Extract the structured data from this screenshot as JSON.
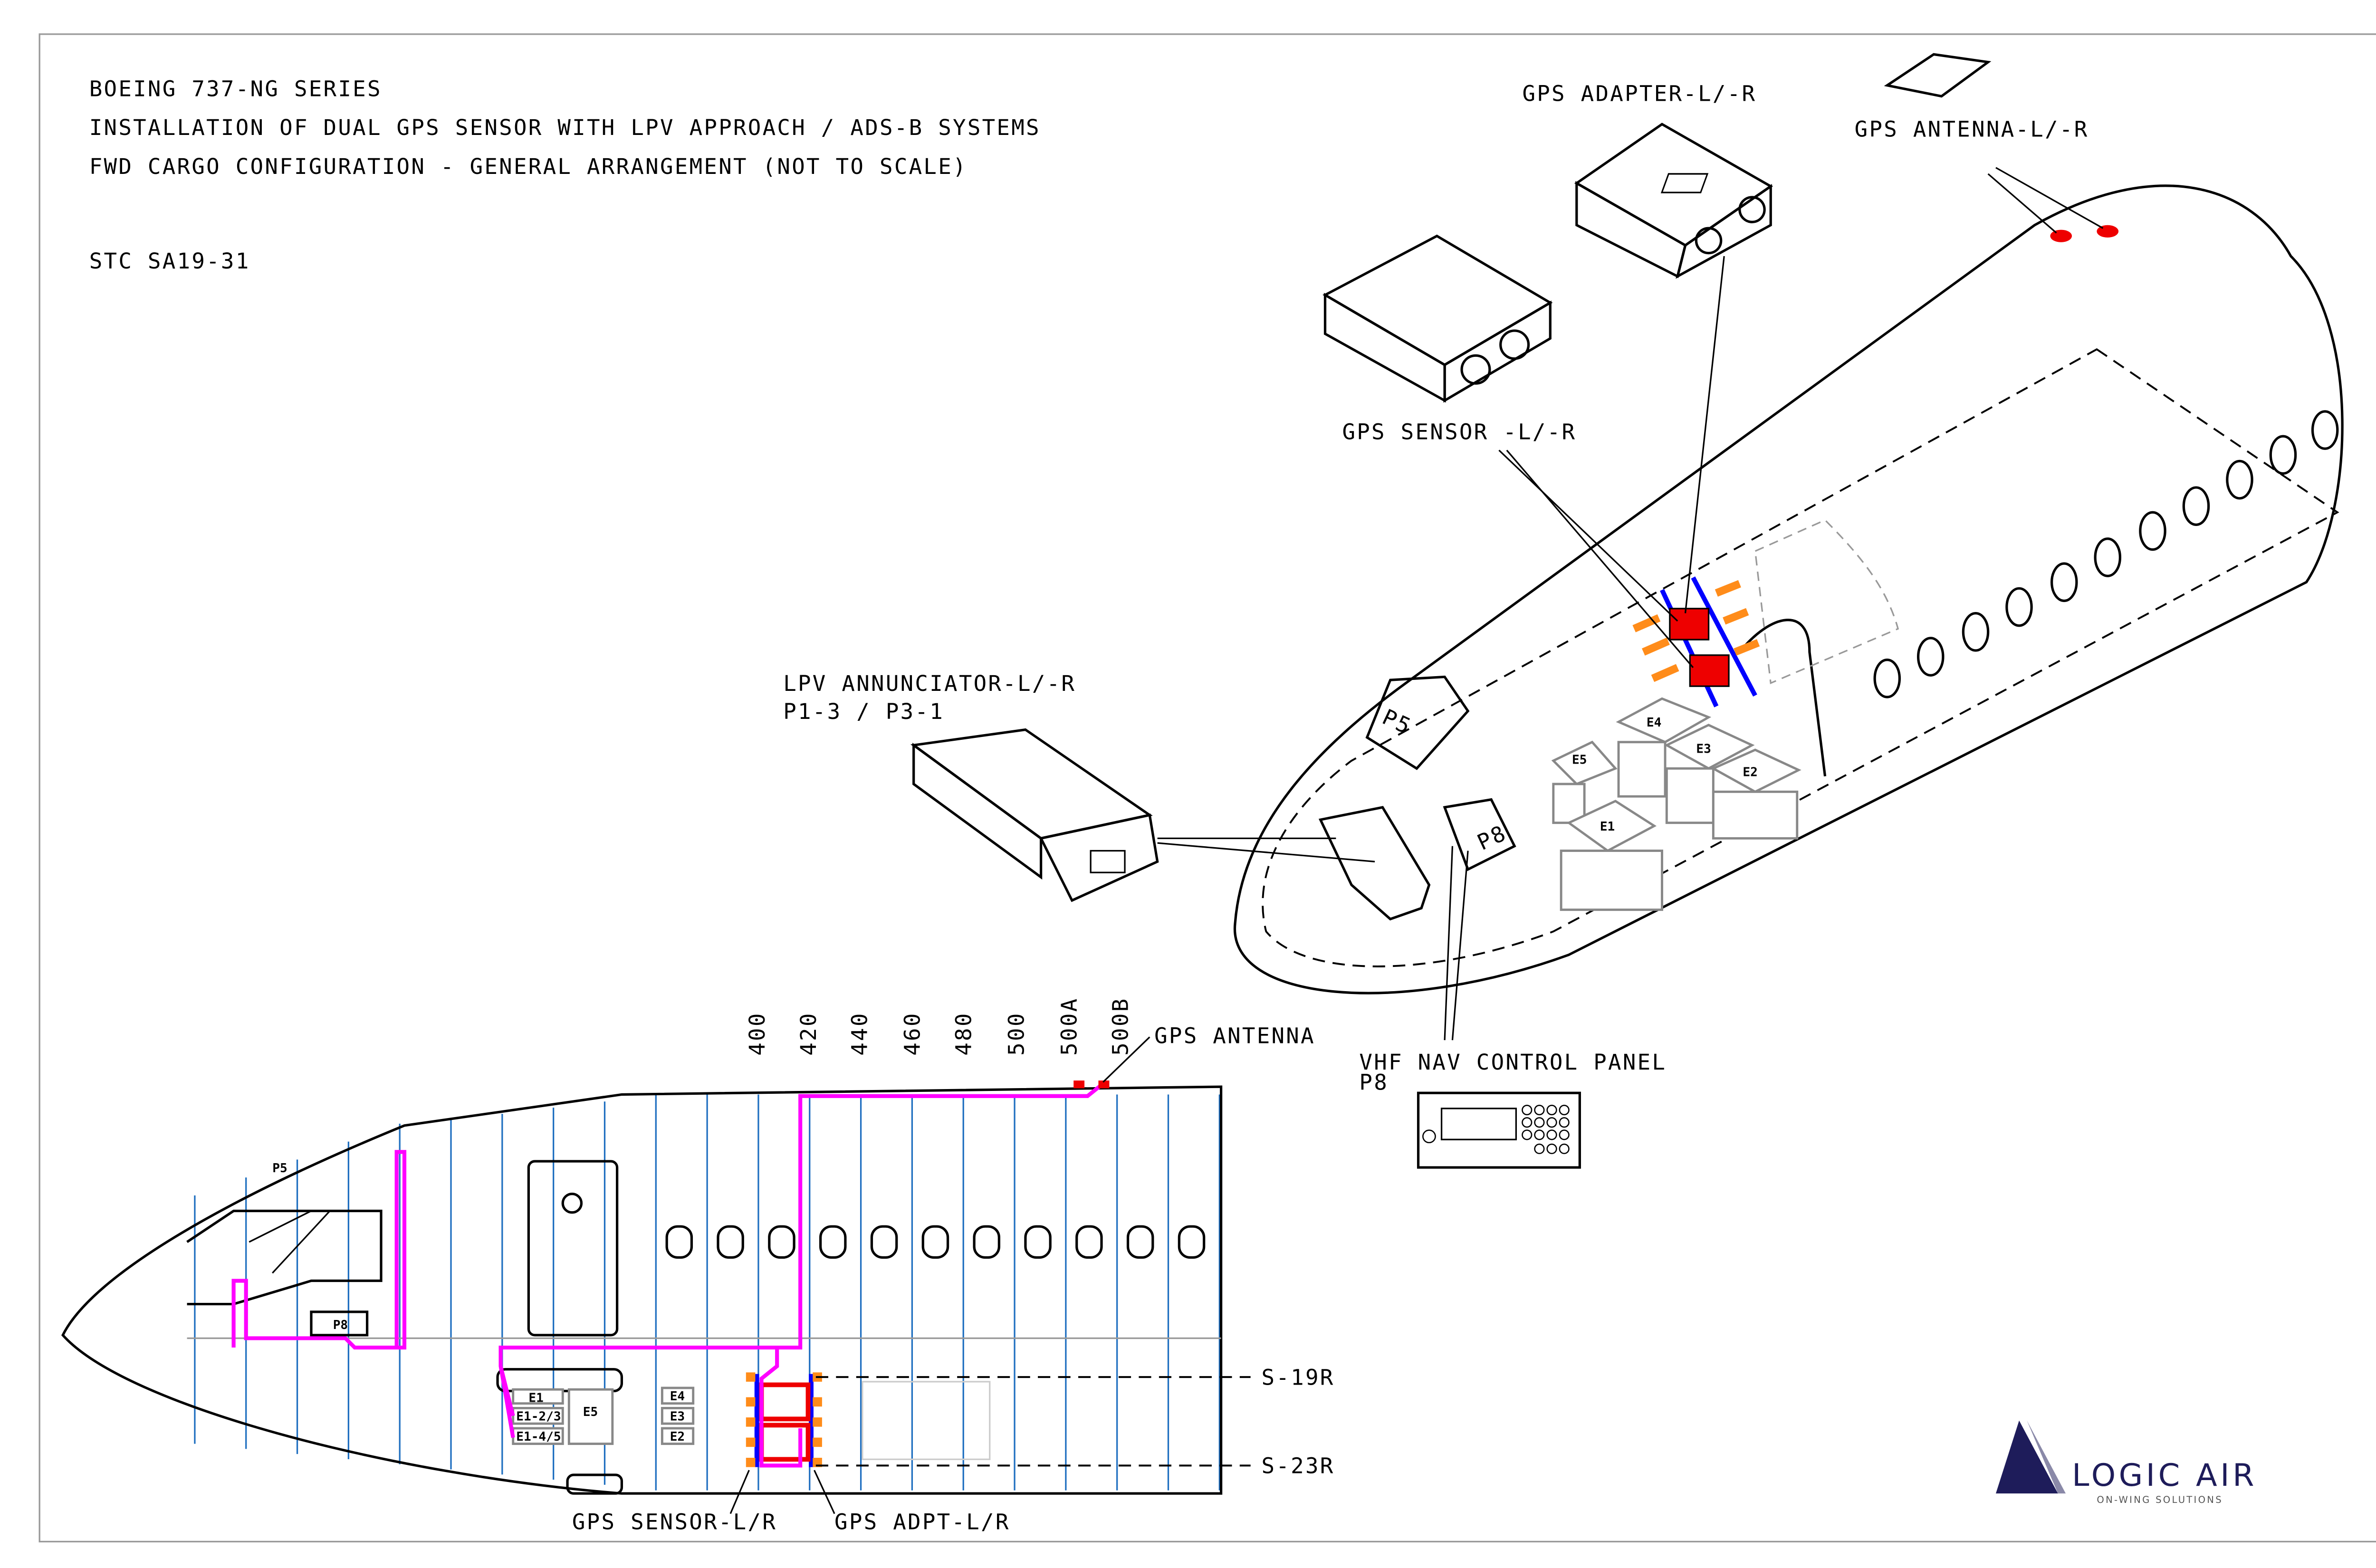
{
  "title_block": {
    "line1": "BOEING 737-NG SERIES",
    "line2": "INSTALLATION OF DUAL GPS SENSOR WITH LPV APPROACH / ADS-B SYSTEMS",
    "line3": "FWD CARGO CONFIGURATION - GENERAL ARRANGEMENT (NOT TO SCALE)",
    "stc": "STC SA19-31"
  },
  "callouts": {
    "gps_adapter": "GPS ADAPTER-L/-R",
    "gps_antenna_lr": "GPS ANTENNA-L/-R",
    "gps_sensor_lr": "GPS SENSOR -L/-R",
    "lpv_annunciator": "LPV ANNUNCIATOR-L/-R",
    "lpv_panels": "P1-3 / P3-1",
    "vhf_nav": "VHF NAV CONTROL PANEL",
    "vhf_nav_id": "P8",
    "gps_antenna": "GPS ANTENNA",
    "gps_sensor_plan": "GPS SENSOR-L/R",
    "gps_adpt_plan": "GPS ADPT-L/R",
    "s19r": "S-19R",
    "s23r": "S-23R"
  },
  "stations": [
    "400",
    "420",
    "440",
    "460",
    "480",
    "500",
    "500A",
    "500B"
  ],
  "iso_labels": {
    "p5": "P5",
    "p8": "P8",
    "e1": "E1",
    "e2": "E2",
    "e3": "E3",
    "e4": "E4",
    "e5": "E5"
  },
  "plan_labels": {
    "p5": "P5",
    "p8": "P8",
    "e1": "E1",
    "e1_23": "E1-2/3",
    "e1_45": "E1-4/5",
    "e5": "E5",
    "e4": "E4",
    "e3": "E3",
    "e2": "E2"
  },
  "logo": {
    "name": "LOGIC AIR",
    "tagline": "ON-WING SOLUTIONS",
    "color": "#1e1c5a"
  },
  "colors": {
    "wire": "#ff00ff",
    "frames": "#1f6fc0",
    "sensor": "#ff0000",
    "bracket": "#ff8c1a",
    "rail": "#0000ff"
  }
}
